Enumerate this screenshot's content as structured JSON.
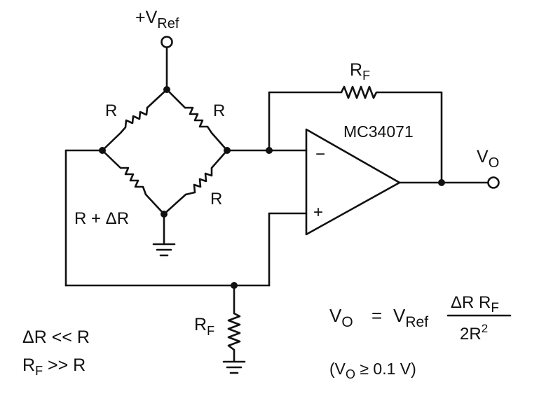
{
  "supply": {
    "plus": "+",
    "v": "V",
    "sub": "Ref"
  },
  "bridge": {
    "r_top_left": "R",
    "r_top_right": "R",
    "r_bottom_right": "R",
    "r_bottom_left": "R + ΔR"
  },
  "feedback": {
    "r": "R",
    "sub": "F"
  },
  "opamp": {
    "part": "MC34071",
    "inv": "−",
    "noninv": "+"
  },
  "output": {
    "v": "V",
    "sub": "O"
  },
  "ground_resistor": {
    "r": "R",
    "sub": "F"
  },
  "equation": {
    "vo": "V",
    "vo_sub": "O",
    "eq": "=",
    "vref": "V",
    "vref_sub": "Ref",
    "num": "ΔR R",
    "num_sub": "F",
    "den": "2R",
    "den_sup": "2"
  },
  "conditions": {
    "line1": "ΔR << R",
    "line2_r": "R",
    "line2_sub": "F",
    "line2_rest": " >> R",
    "range_open": "(V",
    "range_sub": "O",
    "range_rest": " ≥ 0.1 V)"
  }
}
